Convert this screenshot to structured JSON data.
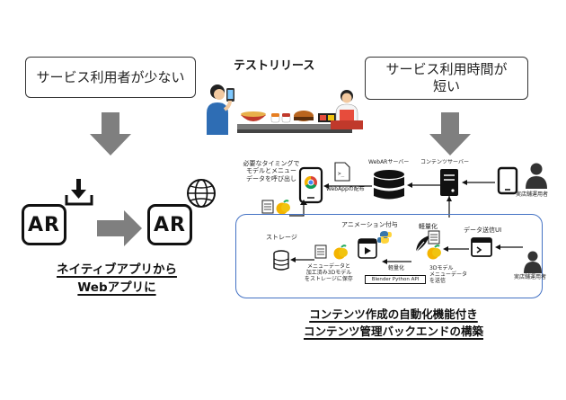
{
  "left_panel": {
    "bubble_text": "サービス利用者が少ない",
    "ar_label_left": "AR",
    "ar_label_right": "AR",
    "caption_line1": "ネイティブアプリから",
    "caption_line2": "Webアプリに"
  },
  "center": {
    "title": "テストリリース"
  },
  "right_panel": {
    "bubble_line1": "サービス利用時間が",
    "bubble_line2": "短い",
    "note_line1": "必要なタイミングで",
    "note_line2": "モデルとメニュー",
    "note_line3": "データを呼び出し",
    "webar_server": "WebARサーバー",
    "content_server": "コンテンツサーバー",
    "webapp_delivery": "WebAppの配布",
    "store_operator_top": "実店舗運用者",
    "storage": "ストレージ",
    "animation": "アニメーション付与",
    "lightweight_top": "軽量化",
    "data_send_ui": "データ送信UI",
    "lightweight_bottom": "軽量化",
    "model_send_line1": "3Dモデル",
    "model_send_line2": "メニューデータ",
    "model_send_line3": "を送信",
    "save_line1": "メニューデータと",
    "save_line2": "加工済み3Dモデル",
    "save_line3": "をストレージに保存",
    "blender_api": "Blender Python API",
    "store_operator_bottom": "実店舗運用者",
    "caption_line1": "コンテンツ作成の自動化機能付き",
    "caption_line2": "コンテンツ管理バックエンドの構築"
  },
  "colors": {
    "arrow_gray": "#7f7f7f",
    "box_blue": "#4472c4",
    "chrome_red": "#db4437",
    "chrome_green": "#0f9d58",
    "chrome_yellow": "#f4b400",
    "chrome_blue": "#4285f4",
    "python_blue": "#3776ab",
    "python_yellow": "#ffd43b"
  }
}
